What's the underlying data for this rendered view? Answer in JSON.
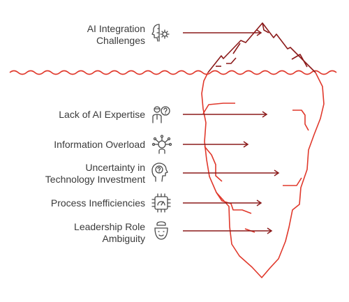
{
  "top": {
    "title_lines": [
      "AI Integration",
      "Challenges"
    ],
    "icon": "ai-head-gear-icon"
  },
  "items": [
    {
      "lines": [
        "Lack of AI Expertise"
      ],
      "icon": "person-question-icon"
    },
    {
      "lines": [
        "Information Overload"
      ],
      "icon": "head-network-icon"
    },
    {
      "lines": [
        "Uncertainty in",
        "Technology Investment"
      ],
      "icon": "head-question-icon"
    },
    {
      "lines": [
        "Process Inefficiencies"
      ],
      "icon": "chip-gauge-icon"
    },
    {
      "lines": [
        "Leadership Role",
        "Ambiguity"
      ],
      "icon": "leader-face-icon"
    }
  ],
  "colors": {
    "iceberg": "#e0382b",
    "arrow": "#8b1a1a",
    "text": "#3a3a3a",
    "icon": "#4a4a4a"
  }
}
